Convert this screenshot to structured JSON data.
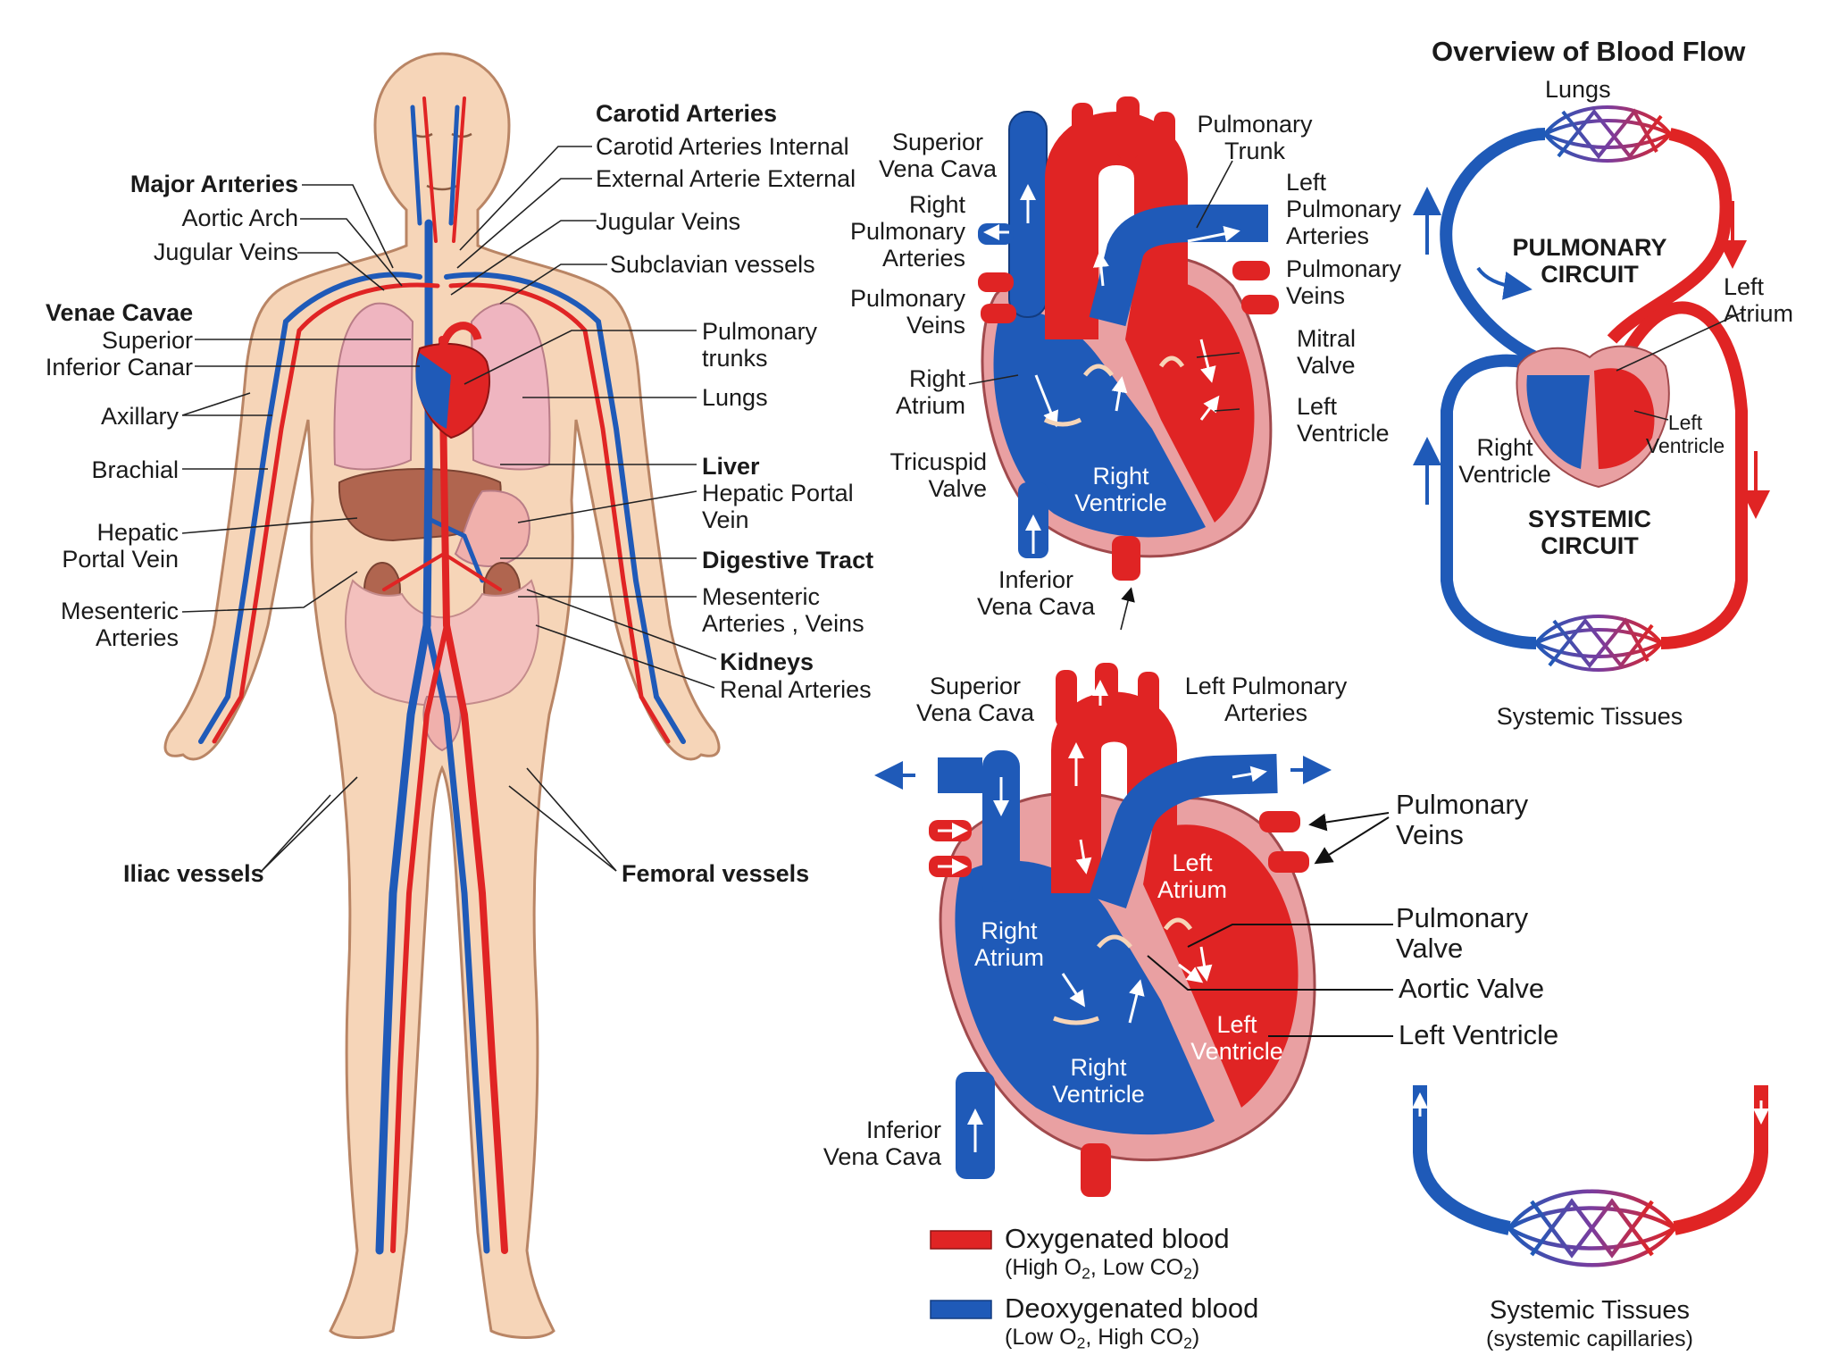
{
  "colors": {
    "oxygenated": "#e02424",
    "deoxygenated": "#1f5ab8",
    "skin": "#f6d5b8",
    "skin_outline": "#b98565",
    "heart_wall": "#e9a0a2",
    "liver": "#b0654f",
    "lungs": "#efb5c0"
  },
  "body_labels": {
    "carotid_arteries": "Carotid Arteries",
    "carotid_internal": "Carotid Arteries Internal",
    "external_arterie": "External Arterie External",
    "jugular_veins_right": "Jugular Veins",
    "subclavian": "Subclavian vessels",
    "pulmonary_trunks": "Pulmonary\ntrunks",
    "lungs": "Lungs",
    "liver": "Liver",
    "hepatic_portal_vein_right": "Hepatic Portal\nVein",
    "digestive_tract": "Digestive Tract",
    "mesenteric_av": "Mesenteric\nArteries , Veins",
    "kidneys": "Kidneys",
    "renal_arteries": "Renal Arteries",
    "femoral": "Femoral vessels",
    "major_arteries": "Major Arıteries",
    "aortic_arch": "Aortic Arch",
    "jugular_veins_left": "Jugular Veins",
    "venae_cavae": "Venae Cavae",
    "superior": "Superior",
    "inferior_canar": "Inferior Canar",
    "axillary": "Axillary",
    "brachial": "Brachial",
    "hepatic_portal_vein_left": "Hepatic\nPortal Vein",
    "mesenteric_arteries": "Mesenteric\nArteries",
    "iliac": "Iliac vessels"
  },
  "heart_top": {
    "superior_vena_cava": "Superior\nVena Cava",
    "right_pulmonary_arteries": "Right\nPulmonary\nArteries",
    "pulmonary_veins_left": "Pulmonary\nVeins",
    "right_atrium": "Right\nAtrium",
    "tricuspid_valve": "Tricuspid\nValve",
    "inferior_vena_cava": "Inferior\nVena Cava",
    "pulmonary_trunk": "Pulmonary\nTrunk",
    "left_pulmonary_arteries": "Left\nPulmonary\nArteries",
    "pulmonary_veins_right": "Pulmonary\nVeins",
    "mitral_valve": "Mitral\nValve",
    "left_ventricle": "Left\nVentricle",
    "right_ventricle": "Right\nVentricle"
  },
  "heart_bottom": {
    "superior_vena_cava": "Superior\nVena Cava",
    "left_pulmonary_arteries": "Left Pulmonary\nArteries",
    "pulmonary_veins": "Pulmonary\nVeins",
    "pulmonary_valve": "Pulmonary\nValve",
    "aortic_valve": "Aortic Valve",
    "left_ventricle_label": "Left Ventricle",
    "inferior_vena_cava": "Inferior\nVena Cava",
    "right_atrium": "Right\nAtrium",
    "right_ventricle": "Right\nVentricle",
    "left_atrium": "Left\nAtrium",
    "left_ventricle_inner": "Left\nVentricle"
  },
  "overview": {
    "title": "Overview of Blood Flow",
    "lungs": "Lungs",
    "pulmonary_circuit": "PULMONARY\nCIRCUIT",
    "left_atrium": "Left\nAtrium",
    "left_ventricle": "Left\nVentricle",
    "right_ventricle": "Right\nVentricle",
    "systemic_circuit": "SYSTEMIC\nCIRCUIT",
    "systemic_tissues": "Systemic Tissues"
  },
  "capillaries": {
    "label": "Systemic Tissues",
    "sub": "(systemic capillaries)"
  },
  "legend": {
    "oxy_label": "Oxygenated blood",
    "oxy_high_pre": "(High O",
    "oxy_high_sub": "2",
    "oxy_mid": ", Low CO",
    "oxy_low_sub": "2",
    "oxy_end": ")",
    "deoxy_label": "Deoxygenated blood",
    "deoxy_low_pre": "(Low O",
    "deoxy_low_sub": "2",
    "deoxy_mid": ", High CO",
    "deoxy_high_sub": "2",
    "deoxy_end": ")"
  }
}
